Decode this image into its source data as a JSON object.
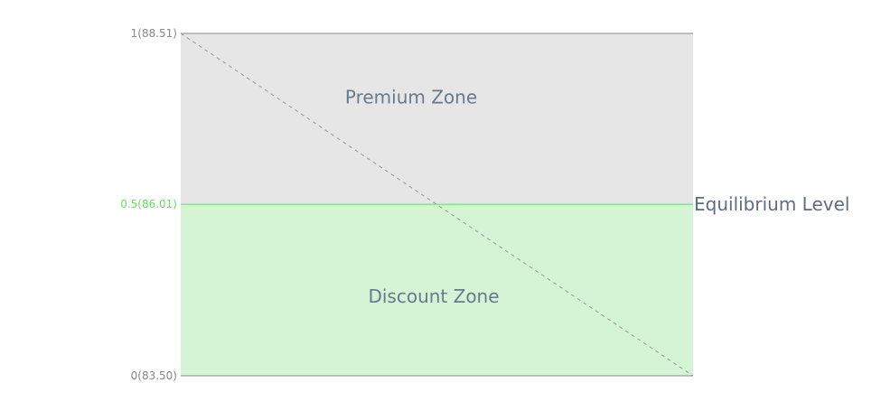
{
  "chart_data": {
    "type": "area",
    "title": "",
    "xlabel": "",
    "ylabel": "",
    "ylim": [
      83.5,
      88.51
    ],
    "grid": false,
    "levels": [
      {
        "ratio": 1,
        "value": 88.51,
        "tick_label": "1(88.51)",
        "color": "#888888"
      },
      {
        "ratio": 0.5,
        "value": 86.01,
        "tick_label": "0.5(86.01)",
        "color": "#66dd66"
      },
      {
        "ratio": 0,
        "value": 83.5,
        "tick_label": "0(83.50)",
        "color": "#888888"
      }
    ],
    "zones": [
      {
        "label": "Premium Zone",
        "from": 86.01,
        "to": 88.51,
        "fill": "#e6e6e6",
        "text_color": "#687a8c"
      },
      {
        "label": "Discount Zone",
        "from": 83.5,
        "to": 86.01,
        "fill": "#d5f4d5",
        "text_color": "#687a8c"
      }
    ],
    "equilibrium": {
      "label": "Equilibrium Level",
      "value": 86.01,
      "color": "#66dd66",
      "text_color": "#5c6e80"
    },
    "diagonal": {
      "from_value": 88.51,
      "to_value": 83.5,
      "color": "#999999",
      "style": "dashed"
    }
  }
}
